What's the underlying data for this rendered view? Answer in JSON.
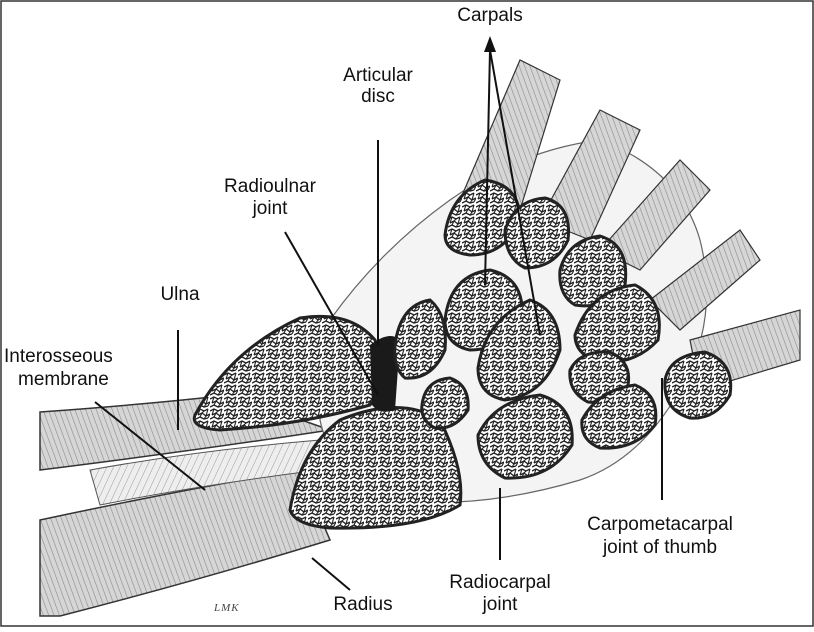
{
  "figure": {
    "labels": {
      "carpals": "Carpals",
      "articular_disc_l1": "Articular",
      "articular_disc_l2": "disc",
      "radioulnar_l1": "Radioulnar",
      "radioulnar_l2": "joint",
      "ulna": "Ulna",
      "interosseous_l1": "Interosseous",
      "interosseous_l2": "membrane",
      "carpometacarpal_l1": "Carpometacarpal",
      "carpometacarpal_l2": "joint of thumb",
      "radiocarpal_l1": "Radiocarpal",
      "radiocarpal_l2": "joint",
      "radius": "Radius"
    },
    "artist_signature": "LMK"
  }
}
